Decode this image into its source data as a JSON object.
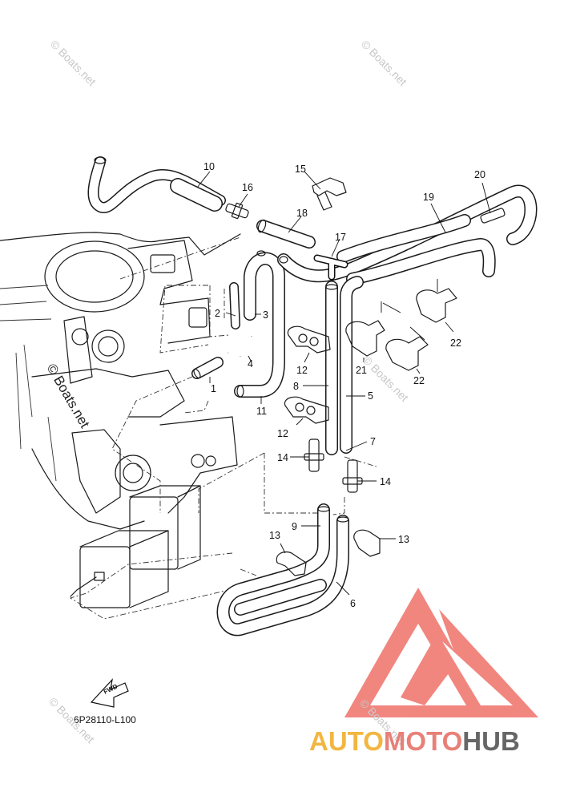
{
  "diagram": {
    "part_code": "6P28110-L100",
    "fwd_label": "FWD",
    "callouts": [
      "1",
      "2",
      "3",
      "4",
      "5",
      "6",
      "7",
      "8",
      "9",
      "10",
      "11",
      "12",
      "12",
      "13",
      "13",
      "14",
      "14",
      "15",
      "16",
      "17",
      "18",
      "19",
      "20",
      "21",
      "22",
      "22"
    ]
  },
  "watermarks": {
    "site": "© Boats.net",
    "site_side": "© Boats.net"
  },
  "brand": {
    "part1": "AUTO",
    "part2": "MOTO",
    "part3": "HUB",
    "logo_colors": [
      "#f08a80",
      "#f2b640",
      "#666666"
    ]
  }
}
